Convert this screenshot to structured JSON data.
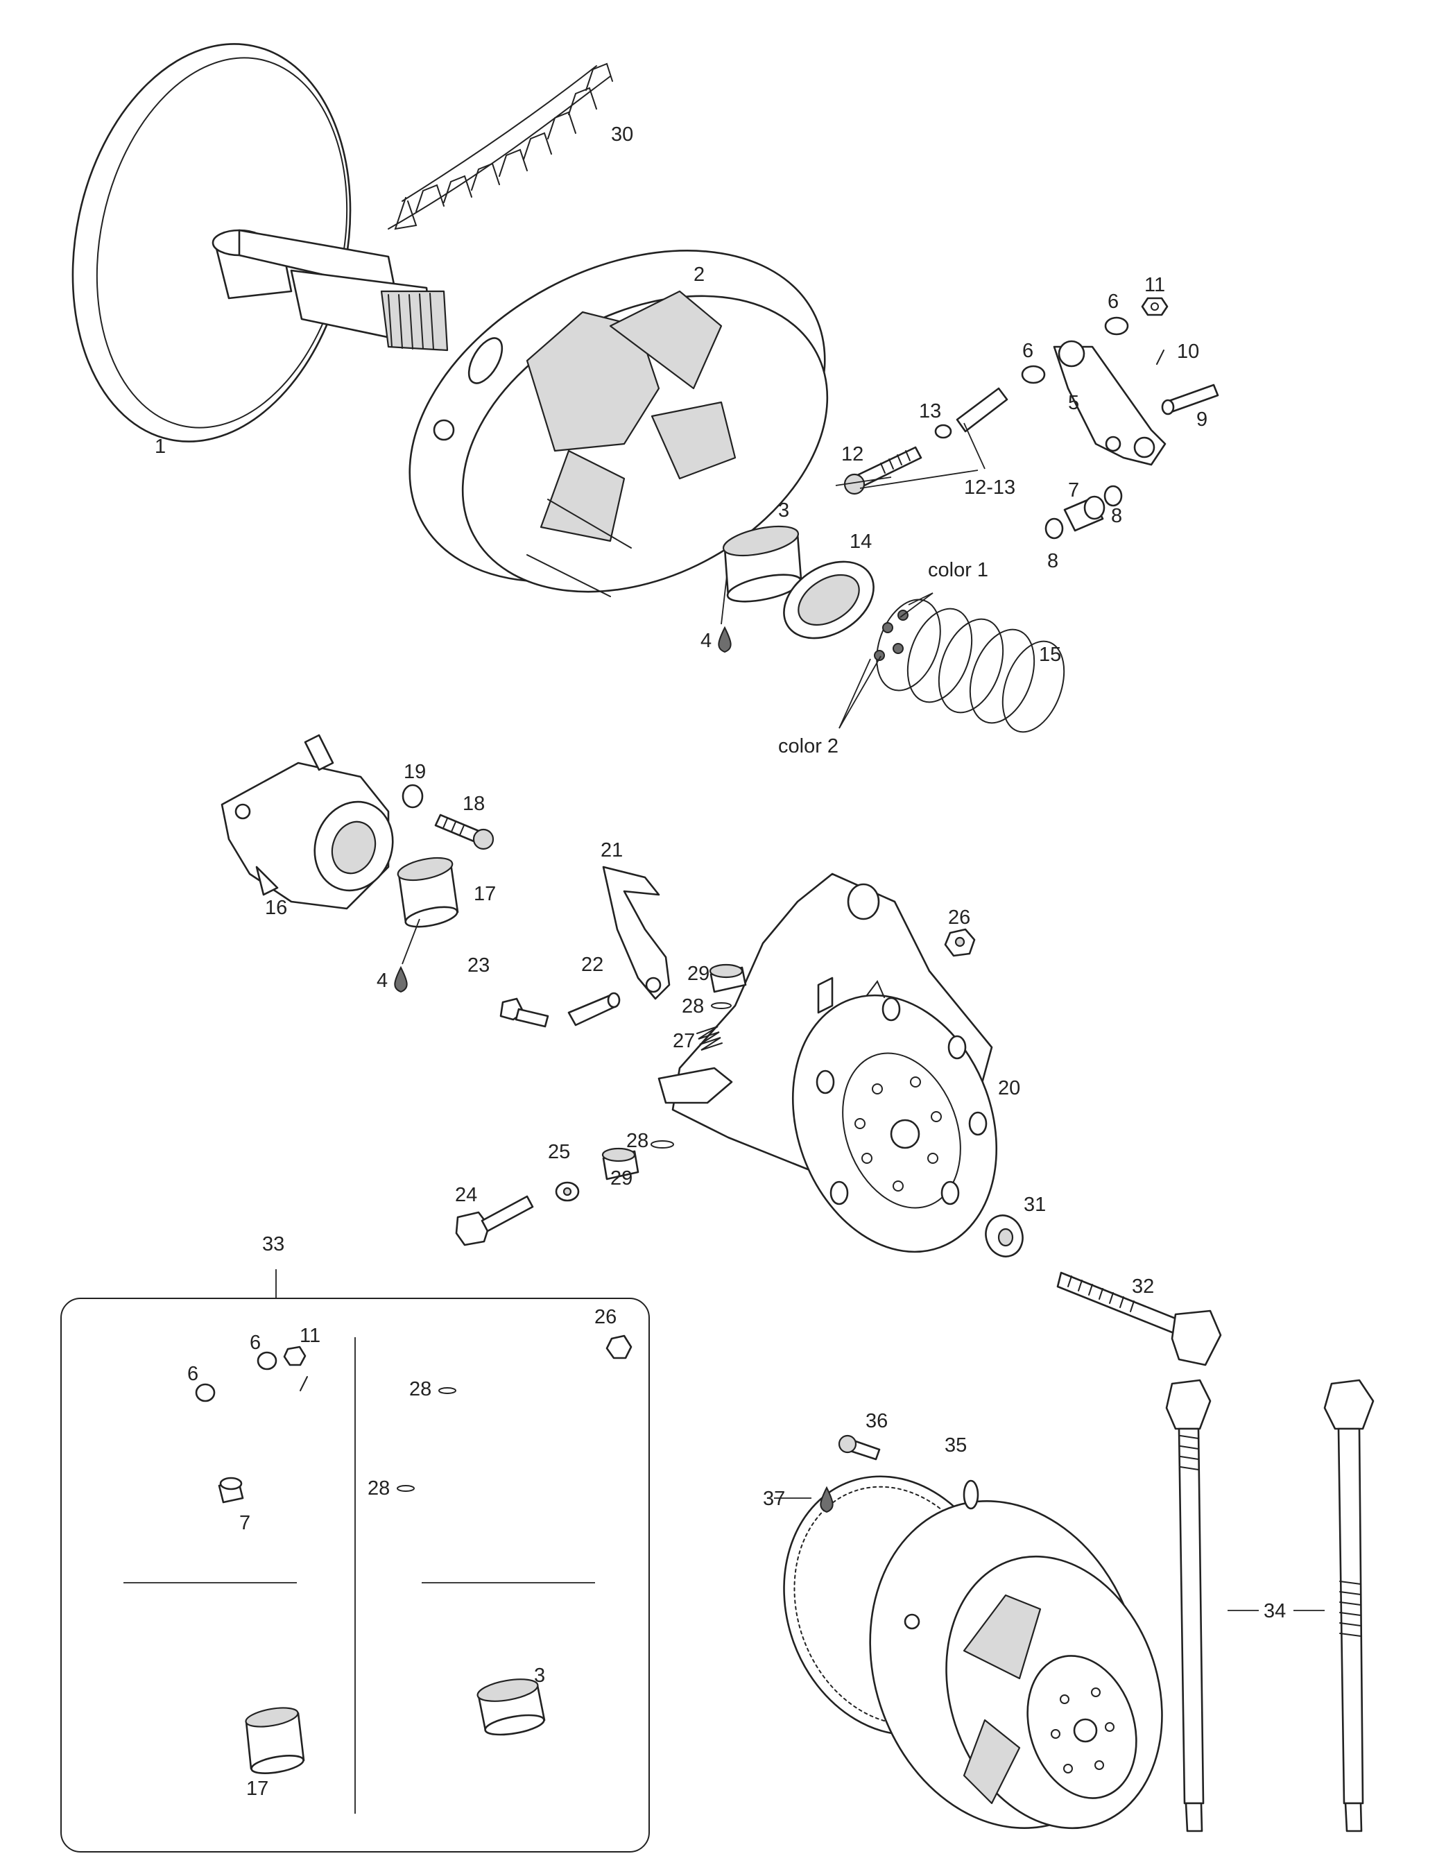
{
  "callouts": {
    "p1": "1",
    "p2": "2",
    "p3": "3",
    "p4a": "4",
    "p4b": "4",
    "p5": "5",
    "p6a": "6",
    "p6b": "6",
    "p7": "7",
    "p8a": "8",
    "p8b": "8",
    "p9": "9",
    "p10": "10",
    "p11": "11",
    "p12": "12",
    "p13": "13",
    "p1213": "12-13",
    "p14": "14",
    "p15": "15",
    "color1": "color 1",
    "color2": "color 2",
    "p16": "16",
    "p17": "17",
    "p18": "18",
    "p19": "19",
    "p20": "20",
    "p21": "21",
    "p22": "22",
    "p23": "23",
    "p24": "24",
    "p25": "25",
    "p26": "26",
    "p27": "27",
    "p28a": "28",
    "p28b": "28",
    "p29a": "29",
    "p29b": "29",
    "p30": "30",
    "p31": "31",
    "p32": "32",
    "p33": "33",
    "p34": "34",
    "p35": "35",
    "p36": "36",
    "p37": "37"
  },
  "kit": {
    "k6a": "6",
    "k6b": "6",
    "k11": "11",
    "k26": "26",
    "k28a": "28",
    "k28b": "28",
    "k7": "7",
    "k3": "3",
    "k17": "17"
  },
  "icons": [
    "lubricant-drop-icon"
  ]
}
